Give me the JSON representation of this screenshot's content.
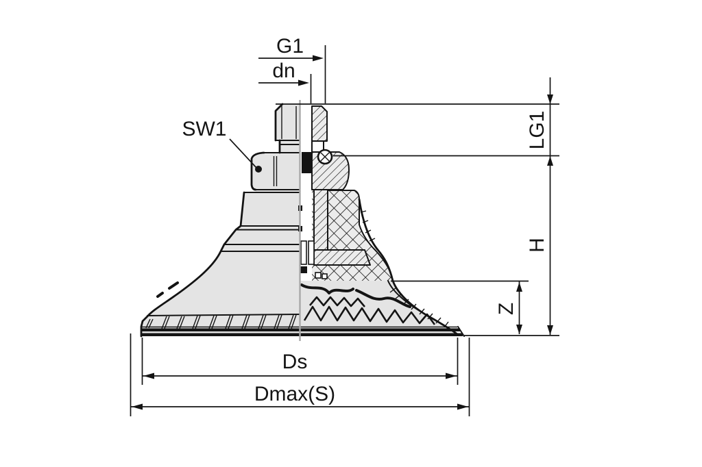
{
  "drawing": {
    "labels": {
      "g1": "G1",
      "dn": "dn",
      "sw1": "SW1",
      "lg1": "LG1",
      "h": "H",
      "z": "Z",
      "ds": "Ds",
      "dmax": "Dmax(S)"
    },
    "colors": {
      "line": "#141414",
      "body": "#e4e4e4",
      "section-bg": "#ececec",
      "centerline": "#a8a8a8",
      "bg": "#ffffff"
    }
  }
}
